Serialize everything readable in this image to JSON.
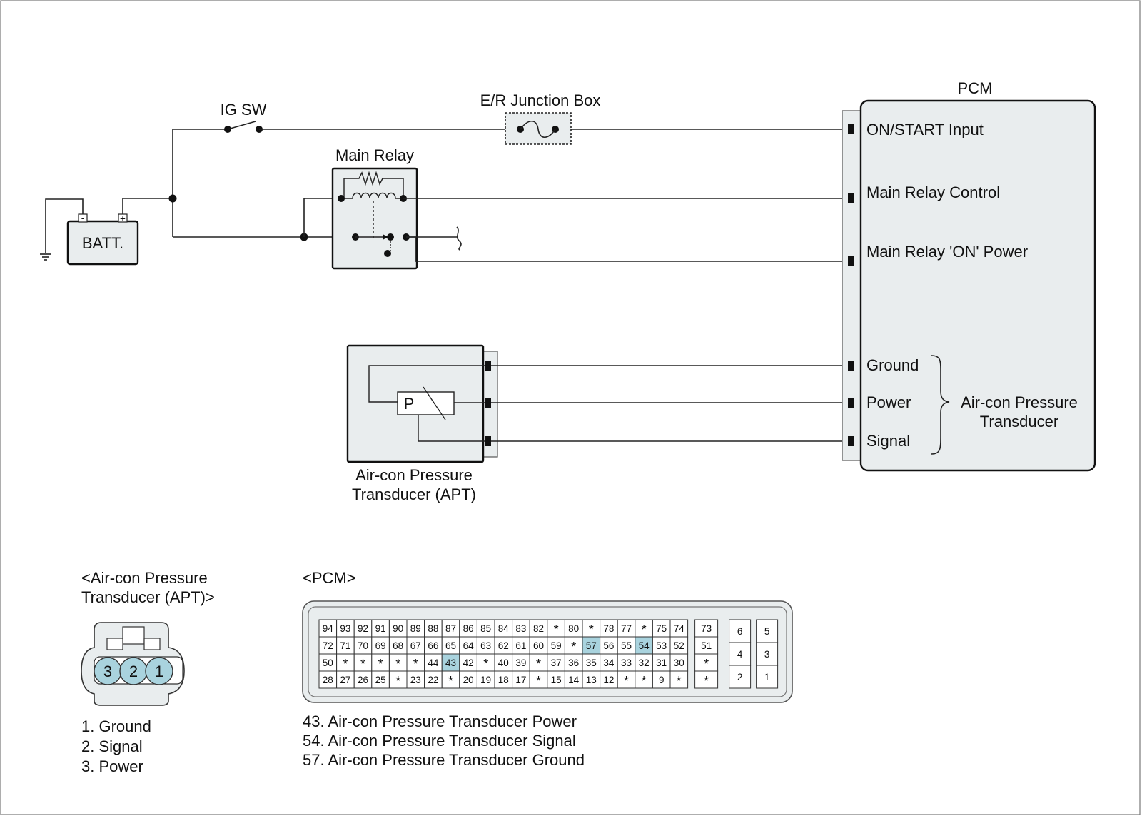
{
  "labels": {
    "ig_sw": "IG SW",
    "junction_box": "E/R Junction Box",
    "pcm": "PCM",
    "main_relay": "Main Relay",
    "battery": "BATT.",
    "batt_minus": "-",
    "batt_plus": "+",
    "sensor_p": "P",
    "apt_line1": "Air-con Pressure",
    "apt_line2": "Transducer (APT)"
  },
  "pcm_pins": {
    "on_start": "ON/START Input",
    "relay_control": "Main Relay Control",
    "relay_on_power": "Main Relay 'ON' Power",
    "ground": "Ground",
    "power": "Power",
    "signal": "Signal",
    "group_line1": "Air-con Pressure",
    "group_line2": "Transducer"
  },
  "apt_connector": {
    "title_line1": "<Air-con Pressure",
    "title_line2": "Transducer (APT)>",
    "pins": [
      "3",
      "2",
      "1"
    ],
    "legend": [
      "1. Ground",
      "2. Signal",
      "3. Power"
    ]
  },
  "pcm_connector": {
    "title": "<PCM>",
    "rows": [
      [
        "94",
        "93",
        "92",
        "91",
        "90",
        "89",
        "88",
        "87",
        "86",
        "85",
        "84",
        "83",
        "82",
        "*",
        "80",
        "*",
        "78",
        "77",
        "*",
        "75",
        "74"
      ],
      [
        "72",
        "71",
        "70",
        "69",
        "68",
        "67",
        "66",
        "65",
        "64",
        "63",
        "62",
        "61",
        "60",
        "59",
        "*",
        "57",
        "56",
        "55",
        "54",
        "53",
        "52"
      ],
      [
        "50",
        "*",
        "*",
        "*",
        "*",
        "*",
        "44",
        "43",
        "42",
        "*",
        "40",
        "39",
        "*",
        "37",
        "36",
        "35",
        "34",
        "33",
        "32",
        "31",
        "30"
      ],
      [
        "28",
        "27",
        "26",
        "25",
        "*",
        "23",
        "22",
        "*",
        "20",
        "19",
        "18",
        "17",
        "*",
        "15",
        "14",
        "13",
        "12",
        "*",
        "*",
        "9",
        "*"
      ]
    ],
    "highlighted": [
      "57",
      "54",
      "43"
    ],
    "extra_column": [
      "73",
      "51",
      "*",
      "*"
    ],
    "power_pins": [
      [
        "6",
        "5"
      ],
      [
        "4",
        "3"
      ],
      [
        "2",
        "1"
      ]
    ],
    "legend": [
      "43. Air-con Pressure Transducer Power",
      "54. Air-con Pressure Transducer Signal",
      "57. Air-con Pressure Transducer Ground"
    ]
  },
  "colors": {
    "box_fill": "#e9edee",
    "highlight": "#a9d3de"
  }
}
